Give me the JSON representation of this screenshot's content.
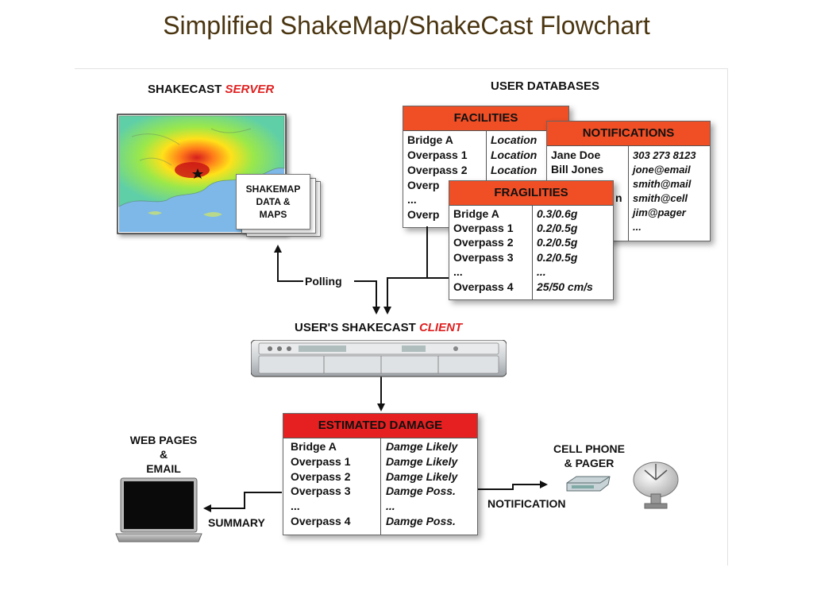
{
  "title": "Simplified ShakeMap/ShakeCast Flowchart",
  "server": {
    "label": "SHAKECAST",
    "label_red": "SERVER"
  },
  "maps_card": [
    "SHAKEMAP",
    "DATA &",
    "MAPS"
  ],
  "user_db_label": "USER DATABASES",
  "facilities": {
    "header": "FACILITIES",
    "rows": [
      [
        "Bridge A",
        "Location"
      ],
      [
        "Overpass 1",
        "Location"
      ],
      [
        "Overpass 2",
        "Location"
      ],
      [
        "Overp",
        ""
      ],
      [
        "...",
        ""
      ],
      [
        "Overp",
        ""
      ]
    ]
  },
  "notifications": {
    "header": "NOTIFICATIONS",
    "rows": [
      [
        "Jane Doe",
        "303 273 8123"
      ],
      [
        "Bill Jones",
        "jone@email"
      ],
      [
        "",
        "smith@mail"
      ],
      [
        "n",
        "smith@cell"
      ],
      [
        "",
        "jim@pager"
      ],
      [
        "",
        "..."
      ]
    ]
  },
  "fragilities": {
    "header": "FRAGILITIES",
    "rows": [
      [
        "Bridge A",
        "0.3/0.6g"
      ],
      [
        "Overpass 1",
        "0.2/0.5g"
      ],
      [
        "Overpass 2",
        "0.2/0.5g"
      ],
      [
        "Overpass 3",
        "0.2/0.5g"
      ],
      [
        "...",
        "..."
      ],
      [
        "Overpass 4",
        "25/50 cm/s"
      ]
    ]
  },
  "polling": "Polling",
  "client": {
    "label": "USER'S SHAKECAST",
    "label_red": "CLIENT"
  },
  "damage": {
    "header": "ESTIMATED DAMAGE",
    "rows": [
      [
        "Bridge A",
        "Damge Likely"
      ],
      [
        "Overpass 1",
        "Damge Likely"
      ],
      [
        "Overpass 2",
        "Damge Likely"
      ],
      [
        "Overpass 3",
        "Damge Poss."
      ],
      [
        "...",
        "..."
      ],
      [
        "Overpass 4",
        "Damge Poss."
      ]
    ]
  },
  "web": [
    "WEB PAGES",
    "&",
    "EMAIL"
  ],
  "summary": "SUMMARY",
  "notification_label": "NOTIFICATION",
  "cell": [
    "CELL PHONE",
    "& PAGER"
  ],
  "colors": {
    "header_orange": "#f04e25",
    "header_red": "#e62020",
    "accent_red": "#e02020",
    "title": "#4a3510"
  }
}
